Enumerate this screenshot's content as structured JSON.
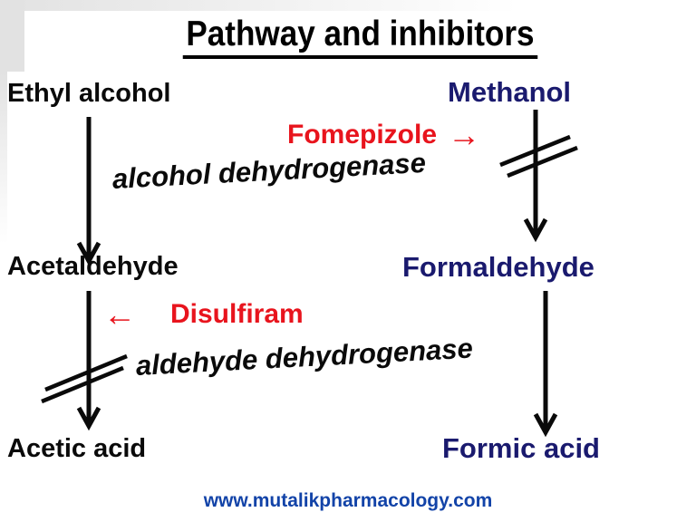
{
  "title": "Pathway and inhibitors",
  "colors": {
    "navy": "#1a1a6e",
    "red": "#e8141d",
    "ink": "#0a0a0a",
    "link_blue": "#1243a8",
    "bg_gray": "#e2e2e2"
  },
  "left_pathway": {
    "substrate": "Ethyl alcohol",
    "intermediate": "Acetaldehyde",
    "product": "Acetic acid"
  },
  "right_pathway": {
    "substrate": "Methanol",
    "intermediate": "Formaldehyde",
    "product": "Formic acid"
  },
  "enzymes": {
    "step1": "alcohol dehydrogenase",
    "step2": "aldehyde dehydrogenase"
  },
  "inhibitors": {
    "fomepizole": {
      "label": "Fomepizole",
      "pointer": "→"
    },
    "disulfiram": {
      "label": "Disulfiram",
      "pointer": "←"
    }
  },
  "footer": {
    "website": "www.mutalikpharmacology.com"
  }
}
